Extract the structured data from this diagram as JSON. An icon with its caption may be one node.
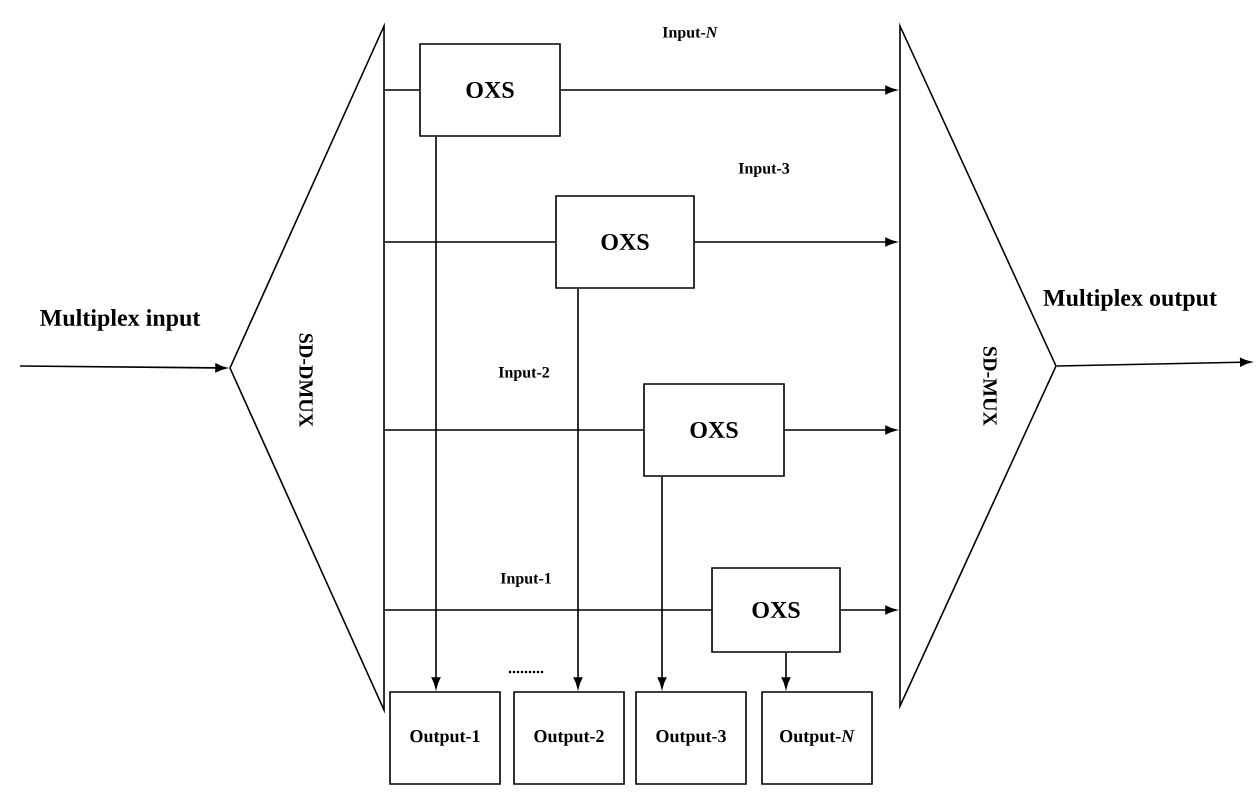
{
  "diagram": {
    "nodes": [
      {
        "text": [
          "SD-DMUX"
        ]
      },
      {
        "text": [
          "SD-MUX"
        ]
      },
      {
        "text": [
          "OXS"
        ]
      },
      {
        "text": [
          "OXS"
        ]
      },
      {
        "text": [
          "OXS"
        ]
      },
      {
        "text": [
          "OXS"
        ]
      },
      {
        "text": [
          "Output-1"
        ]
      },
      {
        "text": [
          "Output-2"
        ]
      },
      {
        "text": [
          "Output-3"
        ]
      },
      {
        "text": [
          "Output-*N*"
        ]
      }
    ],
    "edges": [
      {
        "from": null,
        "to": 0,
        "arrow": "to",
        "label": "Multiplex input"
      },
      {
        "from": 1,
        "to": null,
        "arrow": "to",
        "label": "Multiplex output"
      },
      {
        "from": 0,
        "to": 2,
        "arrow": "none"
      },
      {
        "from": 2,
        "to": 1,
        "arrow": "to",
        "label": "Input-*N*"
      },
      {
        "from": 0,
        "to": 3,
        "arrow": "none"
      },
      {
        "from": 3,
        "to": 1,
        "arrow": "to",
        "label": "Input-3"
      },
      {
        "from": 0,
        "to": 4,
        "arrow": "none",
        "label": "Input-2"
      },
      {
        "from": 4,
        "to": 1,
        "arrow": "to"
      },
      {
        "from": 0,
        "to": 5,
        "arrow": "none",
        "label": "Input-1"
      },
      {
        "from": 5,
        "to": 1,
        "arrow": "to"
      },
      {
        "from": 2,
        "to": 6,
        "arrow": "to"
      },
      {
        "from": 3,
        "to": 7,
        "arrow": "to"
      },
      {
        "from": 4,
        "to": 8,
        "arrow": "to"
      },
      {
        "from": 5,
        "to": 9,
        "arrow": "to"
      }
    ],
    "labels": [
      "........."
    ]
  }
}
